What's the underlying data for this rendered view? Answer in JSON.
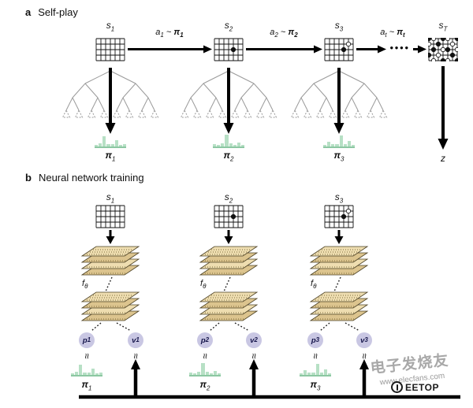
{
  "panel_a": {
    "tag": "a",
    "title": "Self-play",
    "states": [
      {
        "base": "s",
        "sub": "1"
      },
      {
        "base": "s",
        "sub": "2"
      },
      {
        "base": "s",
        "sub": "3"
      },
      {
        "base": "s",
        "sub": "T"
      }
    ],
    "transitions": [
      {
        "a_base": "a",
        "a_sub": "1",
        "sep": "~",
        "pi_base": "π",
        "pi_sub": "1"
      },
      {
        "a_base": "a",
        "a_sub": "2",
        "sep": "~",
        "pi_base": "π",
        "pi_sub": "2"
      },
      {
        "a_base": "a",
        "a_sub": "t",
        "sep": "~",
        "pi_base": "π",
        "pi_sub": "t"
      }
    ],
    "ellipsis": "●●●●",
    "policies": [
      {
        "base": "π",
        "sub": "1",
        "bars": [
          2,
          4,
          13,
          3,
          3,
          8,
          2,
          3
        ]
      },
      {
        "base": "π",
        "sub": "2",
        "bars": [
          3,
          2,
          4,
          15,
          4,
          2,
          5,
          2
        ]
      },
      {
        "base": "π",
        "sub": "3",
        "bars": [
          2,
          6,
          3,
          3,
          14,
          3,
          7,
          2
        ]
      }
    ],
    "outcome_label": "z"
  },
  "panel_b": {
    "tag": "b",
    "title": "Neural network training",
    "states": [
      {
        "base": "s",
        "sub": "1"
      },
      {
        "base": "s",
        "sub": "2"
      },
      {
        "base": "s",
        "sub": "3"
      }
    ],
    "network_label": {
      "base": "f",
      "sub": "θ"
    },
    "approx": "≈",
    "outputs": [
      {
        "p_base": "p",
        "p_sub": "1",
        "v_base": "v",
        "v_sub": "1"
      },
      {
        "p_base": "p",
        "p_sub": "2",
        "v_base": "v",
        "v_sub": "2"
      },
      {
        "p_base": "p",
        "p_sub": "3",
        "v_base": "v",
        "v_sub": "3"
      }
    ],
    "policies": [
      {
        "base": "π",
        "sub": "1",
        "bars": [
          2,
          4,
          13,
          3,
          3,
          8,
          2,
          3
        ]
      },
      {
        "base": "π",
        "sub": "2",
        "bars": [
          3,
          2,
          4,
          15,
          4,
          2,
          5,
          2
        ]
      },
      {
        "base": "π",
        "sub": "3",
        "bars": [
          2,
          6,
          3,
          3,
          14,
          3,
          7,
          2
        ]
      }
    ]
  },
  "boards": {
    "a": [
      {
        "stones": []
      },
      {
        "stones": [
          {
            "c": 4,
            "r": 2,
            "color": "black"
          }
        ]
      },
      {
        "stones": [
          {
            "c": 4,
            "r": 2,
            "color": "black"
          },
          {
            "c": 5,
            "r": 1,
            "color": "white"
          }
        ]
      },
      {
        "stones": [
          {
            "c": 0,
            "r": 0,
            "color": "black"
          },
          {
            "c": 1,
            "r": 0,
            "color": "white"
          },
          {
            "c": 3,
            "r": 0,
            "color": "black"
          },
          {
            "c": 4,
            "r": 0,
            "color": "white"
          },
          {
            "c": 6,
            "r": 0,
            "color": "black"
          },
          {
            "c": 0,
            "r": 1,
            "color": "white"
          },
          {
            "c": 2,
            "r": 1,
            "color": "black"
          },
          {
            "c": 5,
            "r": 1,
            "color": "white"
          },
          {
            "c": 1,
            "r": 2,
            "color": "black"
          },
          {
            "c": 3,
            "r": 2,
            "color": "white"
          },
          {
            "c": 4,
            "r": 2,
            "color": "black"
          },
          {
            "c": 6,
            "r": 2,
            "color": "white"
          },
          {
            "c": 0,
            "r": 3,
            "color": "black"
          },
          {
            "c": 2,
            "r": 3,
            "color": "white"
          },
          {
            "c": 5,
            "r": 3,
            "color": "black"
          },
          {
            "c": 1,
            "r": 4,
            "color": "white"
          },
          {
            "c": 3,
            "r": 4,
            "color": "black"
          },
          {
            "c": 4,
            "r": 4,
            "color": "white"
          },
          {
            "c": 6,
            "r": 4,
            "color": "black"
          }
        ]
      }
    ],
    "b": [
      {
        "stones": []
      },
      {
        "stones": [
          {
            "c": 4,
            "r": 2,
            "color": "black"
          }
        ]
      },
      {
        "stones": [
          {
            "c": 4,
            "r": 2,
            "color": "black"
          },
          {
            "c": 5,
            "r": 1,
            "color": "white"
          }
        ]
      }
    ]
  },
  "watermark": {
    "brand": "电子发烧友",
    "url": "www.elecfans.com",
    "logo_text": "EETOP"
  },
  "colors": {
    "histogram_bar": "#b7e0c5",
    "histogram_base": "#8cc7a2",
    "network_layer_light": "#eeddb0",
    "network_layer_dark": "#dcc48e",
    "output_node": "#c9c7e3",
    "tree_line": "#9a9a9a",
    "arrow_black": "#000000"
  }
}
